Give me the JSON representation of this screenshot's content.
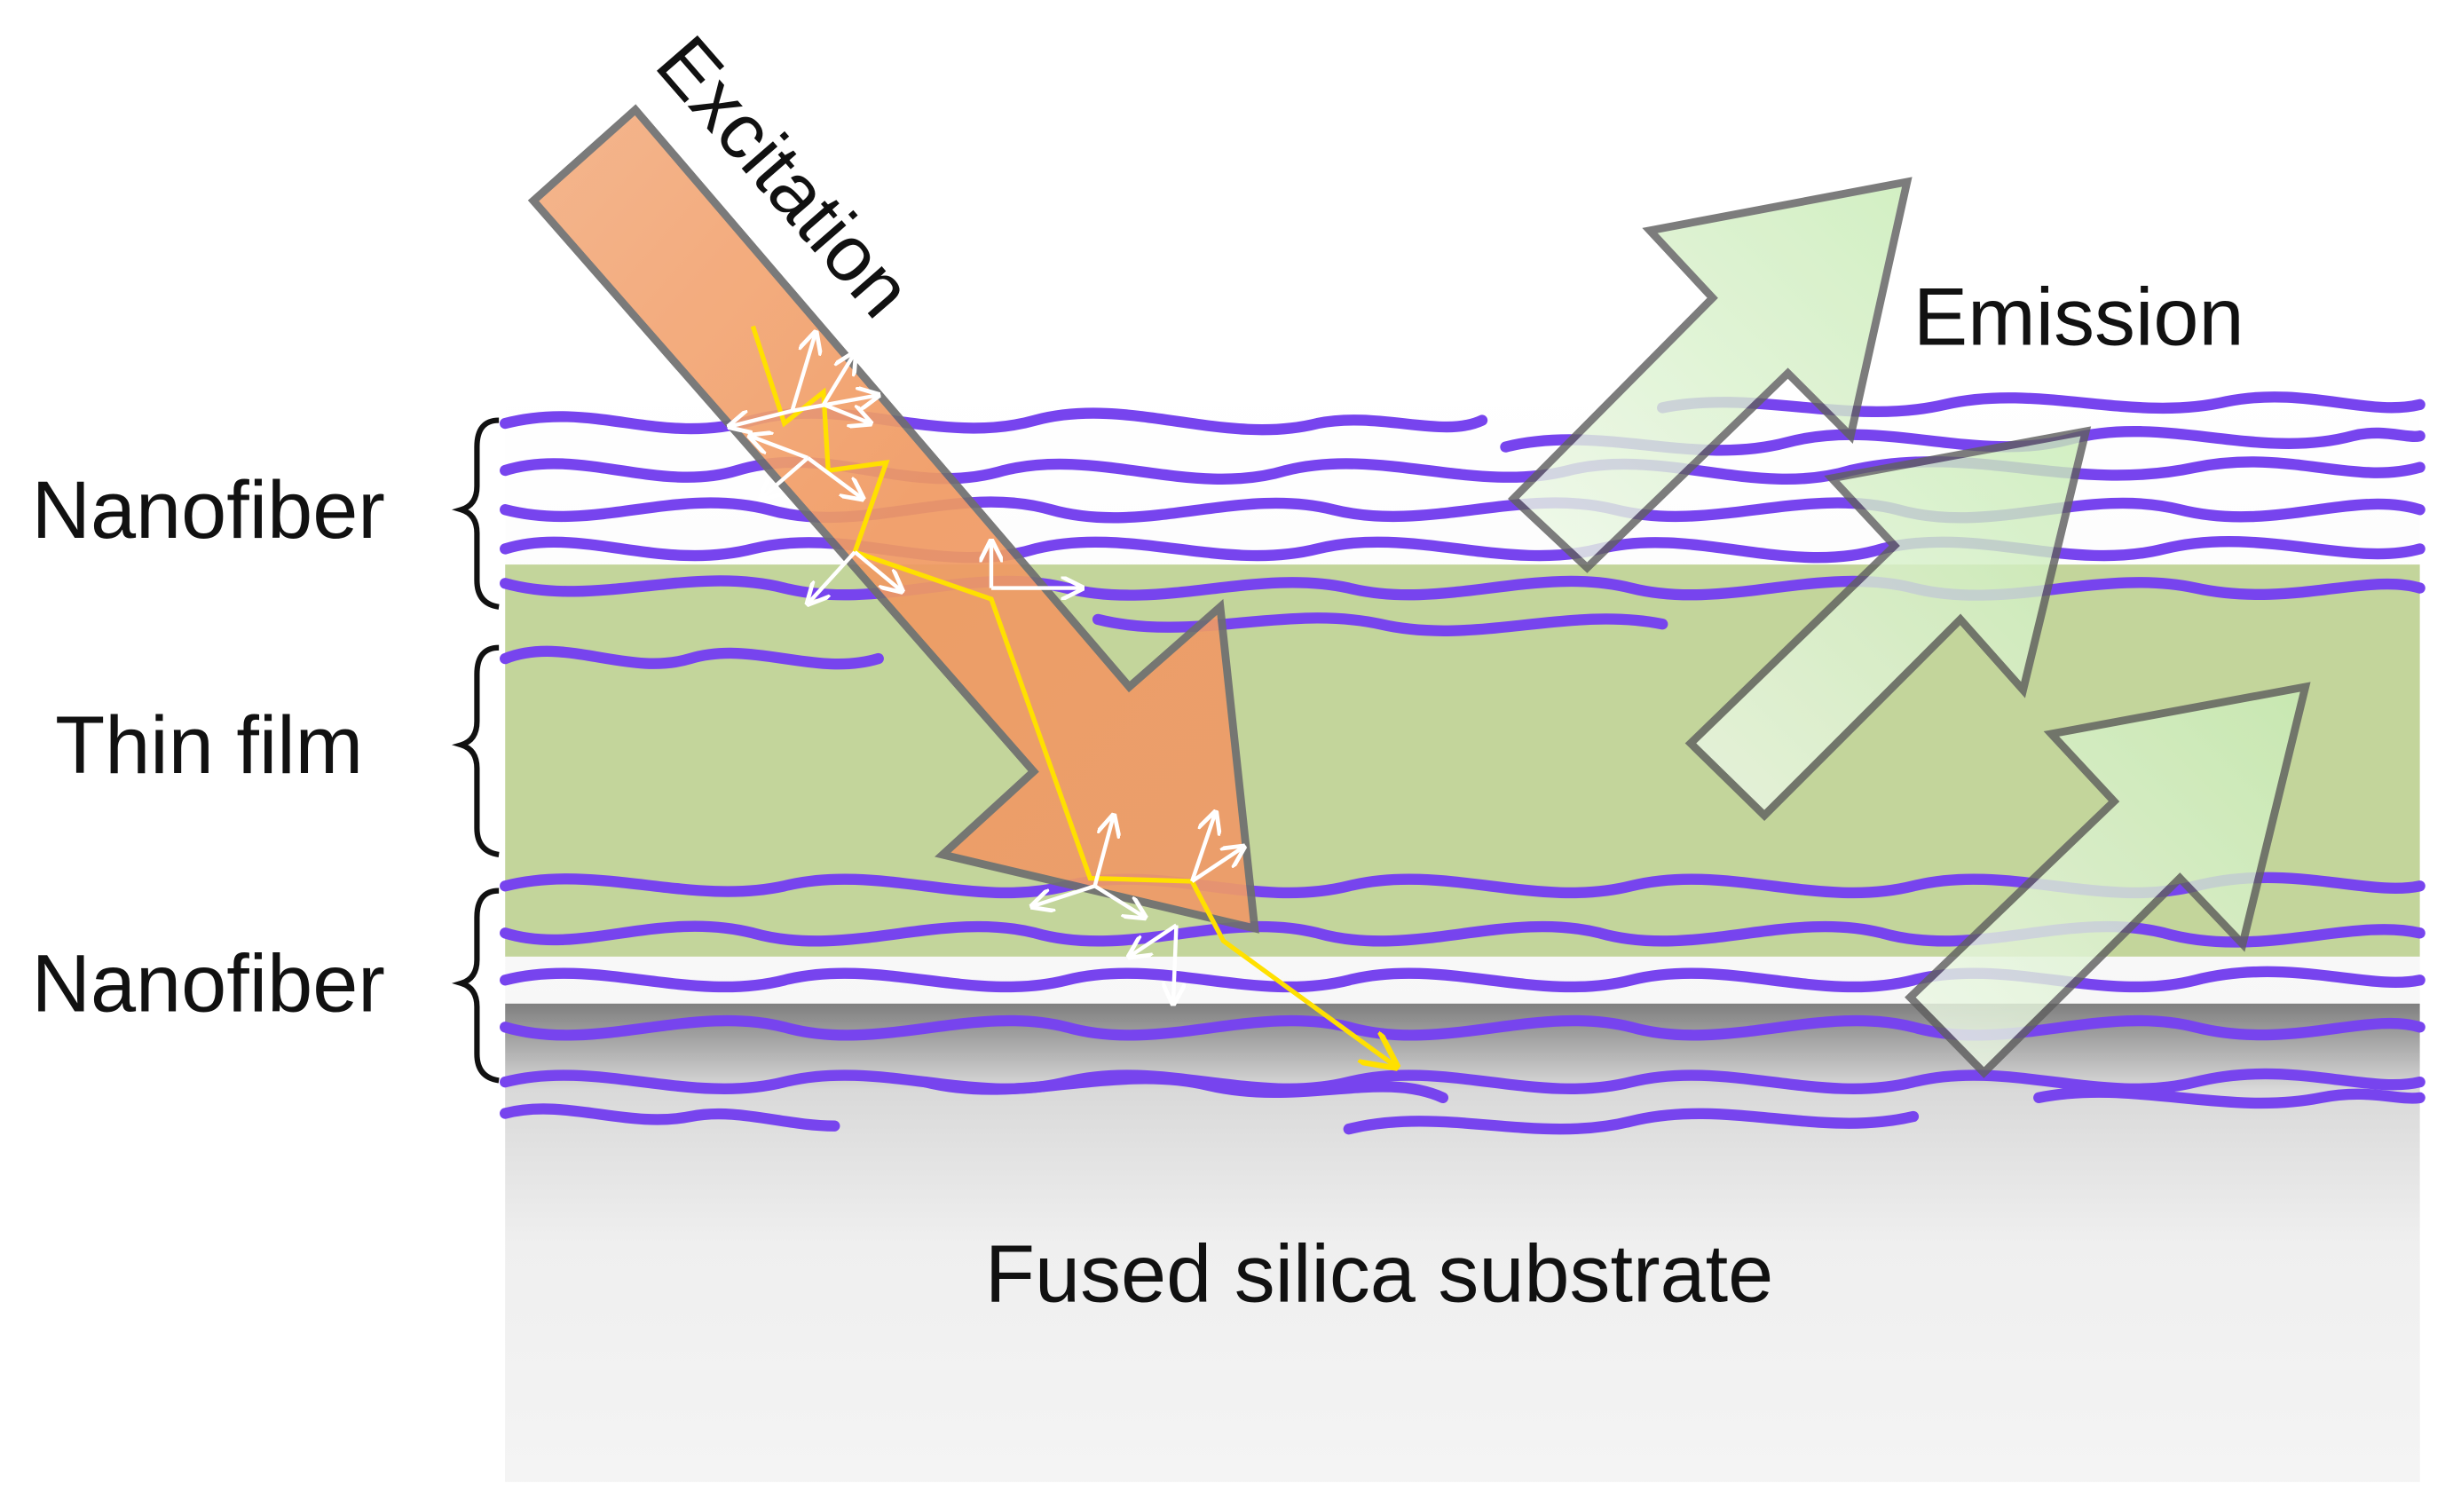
{
  "labels": {
    "excitation": "Excitation",
    "emission": "Emission",
    "nanofiber_top": "Nanofiber",
    "thin_film": "Thin film",
    "nanofiber_bottom": "Nanofiber",
    "substrate": "Fused silica substrate"
  },
  "colors": {
    "background": "#ffffff",
    "fiber": "#7744ee",
    "thin_film": "#c3d59b",
    "excitation_arrow": "#f0a070",
    "excitation_outline": "#6f6f6f",
    "emission_arrow": "#d3f0c0",
    "emission_outline": "#606060",
    "scatter_path": "#ffe000",
    "scatter_arrows": "#ffffff",
    "text": "#111111"
  }
}
